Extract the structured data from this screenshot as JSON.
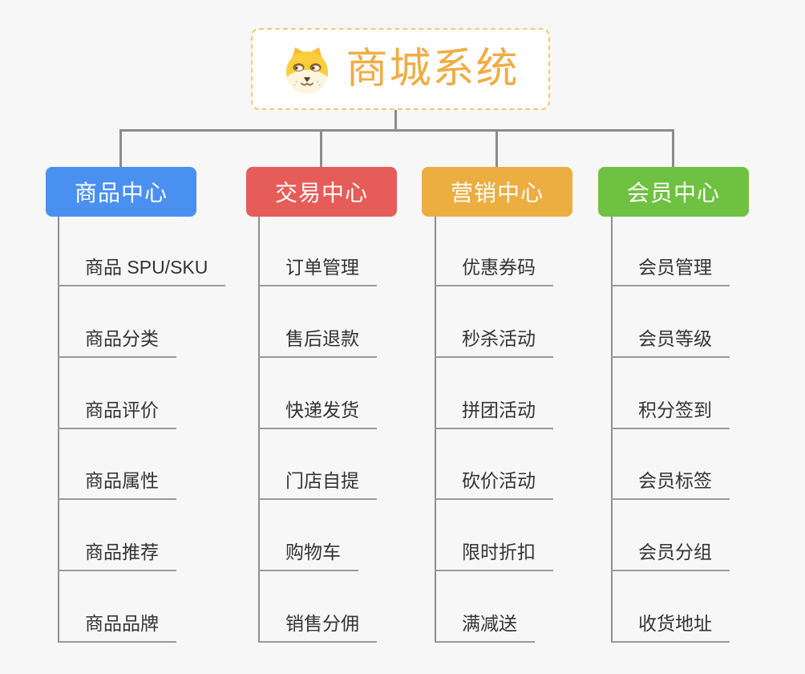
{
  "root": {
    "title": "商城系统",
    "icon": "dog-face-icon",
    "border_color": "#F5C878",
    "title_color": "#F0AC44"
  },
  "connector_color": "#8C8C8C",
  "branches": [
    {
      "label": "商品中心",
      "color": "#4A90F0",
      "items": [
        "商品 SPU/SKU",
        "商品分类",
        "商品评价",
        "商品属性",
        "商品推荐",
        "商品品牌"
      ]
    },
    {
      "label": "交易中心",
      "color": "#E65C59",
      "items": [
        "订单管理",
        "售后退款",
        "快递发货",
        "门店自提",
        "购物车",
        "销售分佣"
      ]
    },
    {
      "label": "营销中心",
      "color": "#ECAD41",
      "items": [
        "优惠券码",
        "秒杀活动",
        "拼团活动",
        "砍价活动",
        "限时折扣",
        "满减送"
      ]
    },
    {
      "label": "会员中心",
      "color": "#6FC142",
      "items": [
        "会员管理",
        "会员等级",
        "积分签到",
        "会员标签",
        "会员分组",
        "收货地址"
      ]
    }
  ]
}
